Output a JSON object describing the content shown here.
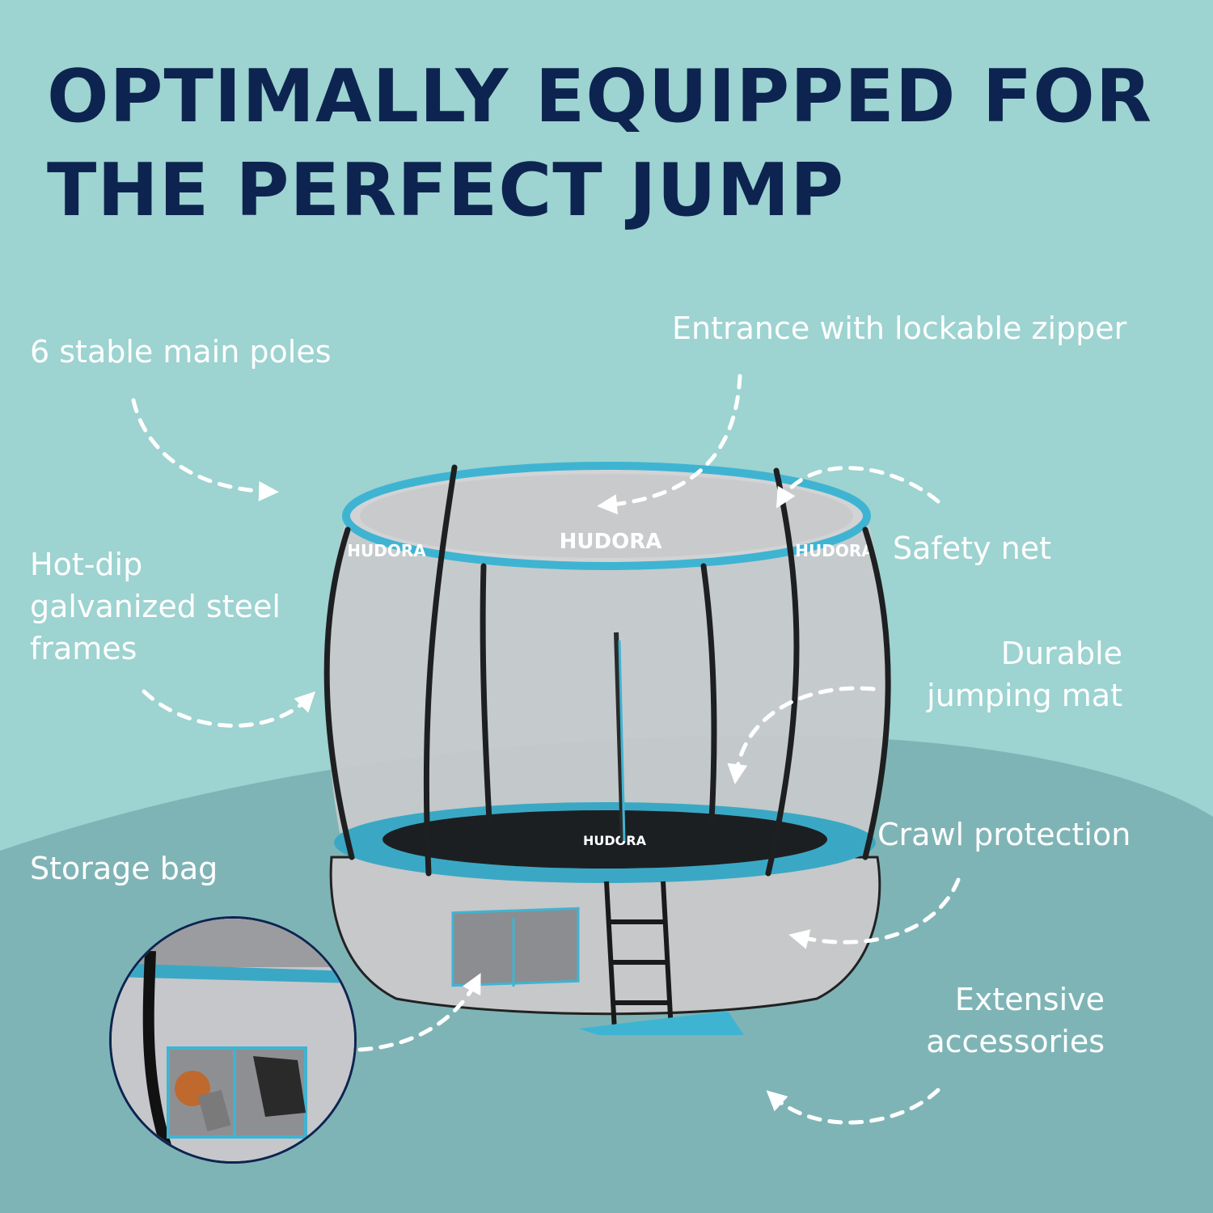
{
  "headline": {
    "line1": "OPTIMALLY EQUIPPED FOR",
    "line2": "THE PERFECT JUMP"
  },
  "features": {
    "poles": "6 stable main poles",
    "entrance": "Entrance with lockable zipper",
    "frames_line1": "Hot-dip",
    "frames_line2": "galvanized steel",
    "frames_line3": "frames",
    "safety_net": "Safety net",
    "mat_line1": "Durable",
    "mat_line2": "jumping mat",
    "storage_bag": "Storage bag",
    "crawl": "Crawl protection",
    "accessories_line1": "Extensive",
    "accessories_line2": "accessories"
  },
  "brand": {
    "logo_text": "HUDORA"
  },
  "colors": {
    "background": "#9dd3d0",
    "ground": "#7fb4b6",
    "headline": "#0d2450",
    "label": "#ffffff",
    "accent_blue": "#3fb4d2"
  },
  "icons": [
    "dashed-arrow-icon"
  ]
}
